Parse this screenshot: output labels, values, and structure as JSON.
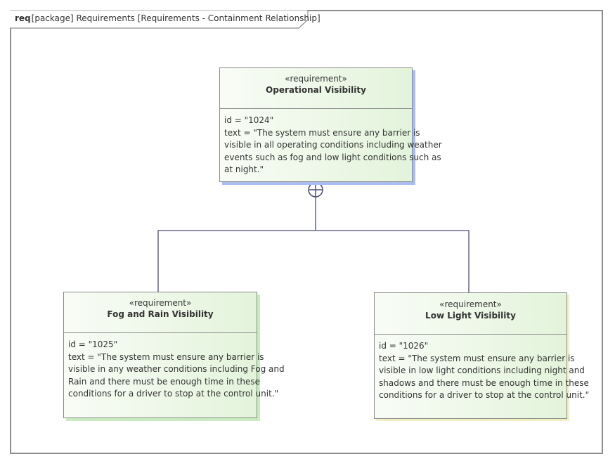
{
  "frame": {
    "kind": "req",
    "title": "[package] Requirements [Requirements - Containment Relationship]"
  },
  "requirements": [
    {
      "stereotype": "«requirement»",
      "name": "Operational Visibility",
      "id_line": "id = \"1024\"",
      "text_lines": [
        "text = \"The system must ensure any barrier is",
        "visible in all operating conditions including weather",
        "events such as fog and low light conditions such as",
        "at night.\""
      ]
    },
    {
      "stereotype": "«requirement»",
      "name": "Fog and Rain Visibility",
      "id_line": "id = \"1025\"",
      "text_lines": [
        "text = \"The system must ensure any barrier is",
        "visible in any weather conditions including Fog and",
        "Rain and there must be enough time in these",
        "conditions for a driver to stop at the control unit.\""
      ]
    },
    {
      "stereotype": "«requirement»",
      "name": "Low Light Visibility",
      "id_line": "id = \"1026\"",
      "text_lines": [
        "text = \"The system must ensure any barrier is",
        "visible in low light conditions including night and",
        "shadows and there must be enough time in these",
        "conditions for a driver to stop at the control unit.\""
      ]
    }
  ],
  "colors": {
    "frame_border": "#8d8d8d",
    "connector": "#4a4e6e",
    "block_fill_start": "#f9fcf6",
    "block_fill_end": "#e3f4db"
  }
}
